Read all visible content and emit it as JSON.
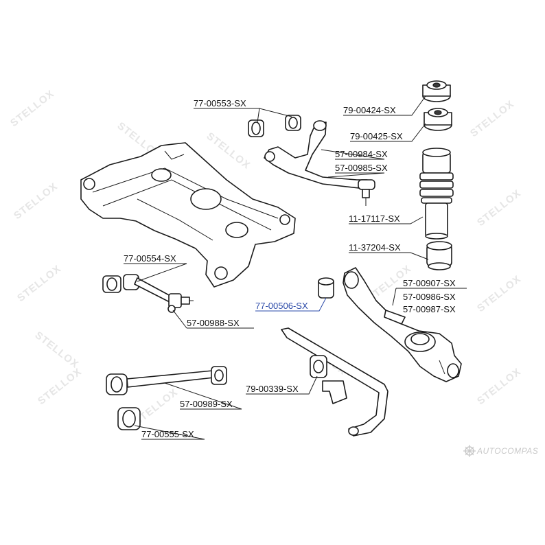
{
  "watermark": {
    "text": "STELLOX"
  },
  "labels": [
    {
      "id": "l1",
      "text": "77-00553-SX"
    },
    {
      "id": "l2",
      "text": "79-00424-SX"
    },
    {
      "id": "l3",
      "text": "79-00425-SX"
    },
    {
      "id": "l4",
      "text": "57-00984-SX"
    },
    {
      "id": "l5",
      "text": "57-00985-SX"
    },
    {
      "id": "l6",
      "text": "11-17117-SX"
    },
    {
      "id": "l7",
      "text": "11-37204-SX"
    },
    {
      "id": "l8",
      "text": "77-00554-SX"
    },
    {
      "id": "l9",
      "text": "57-00907-SX"
    },
    {
      "id": "l10",
      "text": "57-00986-SX"
    },
    {
      "id": "l11",
      "text": "57-00987-SX"
    },
    {
      "id": "l12",
      "text": "77-00506-SX"
    },
    {
      "id": "l13",
      "text": "57-00988-SX"
    },
    {
      "id": "l14",
      "text": "79-00339-SX"
    },
    {
      "id": "l15",
      "text": "57-00989-SX"
    },
    {
      "id": "l16",
      "text": "77-00555-SX"
    }
  ],
  "brand": {
    "text": "AUTOCOMPAS",
    "icon": "gear-logo-icon"
  },
  "colors": {
    "highlight": "#2a49a8",
    "ink": "#1a1a1a",
    "watermark": "#e6e6e6"
  }
}
